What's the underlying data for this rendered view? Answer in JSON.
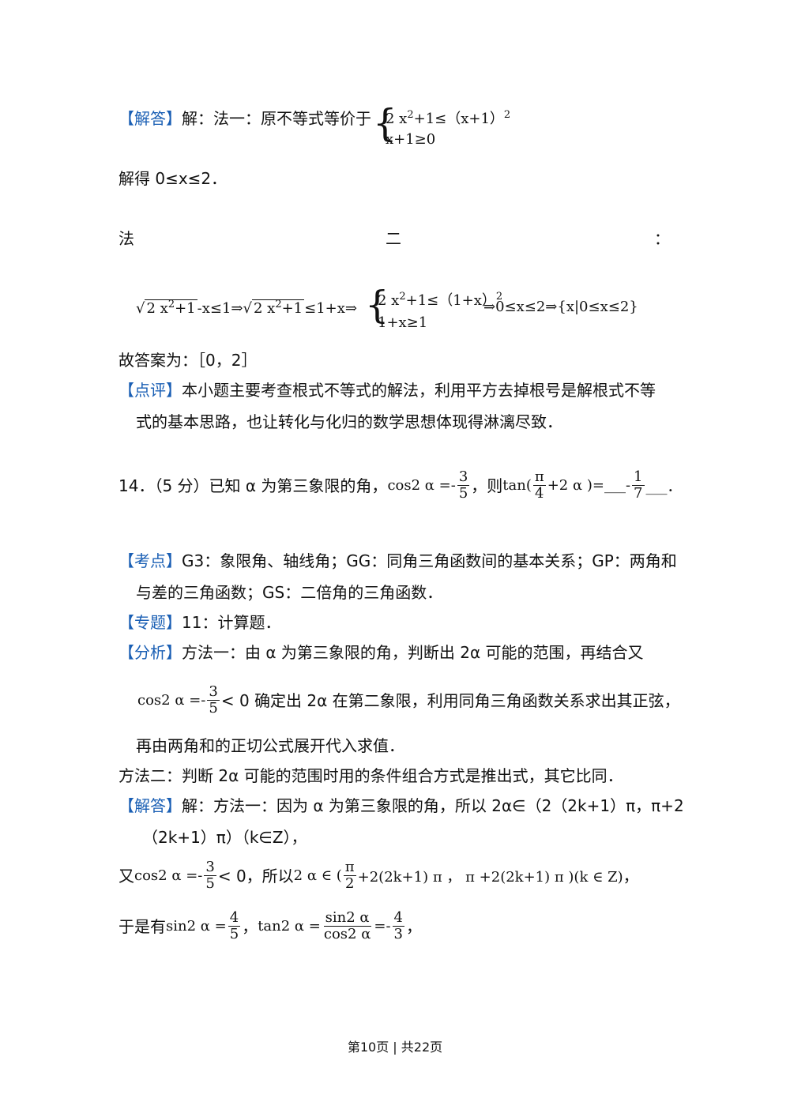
{
  "block1": {
    "tag": "【解答】",
    "lead": "解：法一：原不等式等价于",
    "sys_line1_a": "2 x",
    "sys_line1_sup": "2",
    "sys_line1_b": "+1≤（x+1）",
    "sys_line1_sup2": "2",
    "sys_line2": "x+1≥0",
    "result": "解得 0≤x≤2．"
  },
  "method2": {
    "fa": "法",
    "er": "二",
    "colon": "："
  },
  "chain": {
    "sqrt1_a": "2 x",
    "sqrt1_sup": "2",
    "sqrt1_b": "+1",
    "p1": "-x≤1⇒",
    "sqrt2_a": "2 x",
    "sqrt2_sup": "2",
    "sqrt2_b": "+1",
    "p2": "≤1+x⇒",
    "sys_a": "2 x",
    "sys_sup": "2",
    "sys_b": "+1≤（1+x）",
    "sys_sup2": "2",
    "sys_line2": "1+x≥1",
    "tail": "⇒0≤x≤2⇒{x|0≤x≤2}"
  },
  "answer_line": "故答案为：［0，2］",
  "comment": {
    "tag": "【点评】",
    "line1": "本小题主要考查根式不等式的解法，利用平方去掉根号是解根式不等",
    "line2": "式的基本思路，也让转化与化归的数学思想体现得淋漓尽致．"
  },
  "q14": {
    "head": "14．（5 分）已知 α 为第三象限的角，",
    "cos_lhs": "cos2 α =-",
    "frac1_num": "3",
    "frac1_den": "5",
    "mid": "，则",
    "tan_lhs": "tan(",
    "frac2_num": "π",
    "frac2_den": "4",
    "tan_rest": "+2 α )=",
    "blank_l": "___",
    "ans_sign": "-",
    "frac3_num": "1",
    "frac3_den": "7",
    "blank_r": "___．"
  },
  "kaodian": {
    "tag": "【考点】",
    "line1": "G3：象限角、轴线角；GG：同角三角函数间的基本关系；GP：两角和",
    "line2": "与差的三角函数；GS：二倍角的三角函数．"
  },
  "zhuanti": {
    "tag": "【专题】",
    "text": "11：计算题．"
  },
  "fenxi": {
    "tag": "【分析】",
    "line1": "方法一：由 α 为第三象限的角，判断出 2α 可能的范围，再结合又",
    "cos_lhs": "cos2 α =-",
    "frac_num": "3",
    "frac_den": "5",
    "line2_rest": "< 0 确定出 2α 在第二象限，利用同角三角函数关系求出其正弦，",
    "line3": "再由两角和的正切公式展开代入求值．",
    "line4": "方法二：判断 2α 可能的范围时用的条件组合方式是推出式，其它比同．"
  },
  "jieda2": {
    "tag": "【解答】",
    "line1": "解：方法一：因为 α 为第三象限的角，所以 2α∈（2（2k+1）π，π+2",
    "line2": "（2k+1）π）（k∈Z），",
    "you": "又",
    "cos_lhs": "cos2 α =-",
    "frac_num": "3",
    "frac_den": "5",
    "mid": "< 0，所以",
    "in_lhs": "2 α ∈ (",
    "frac2_num": "π",
    "frac2_den": "2",
    "in_rest": "+2(2k+1) π ， π +2(2k+1) π )(k ∈ Z)",
    "end": "，",
    "yushi": "于是有",
    "sin_lhs": "sin2 α =",
    "frac3_num": "4",
    "frac3_den": "5",
    "comma": "，",
    "tan_lhs": "tan2 α =",
    "frac4_num": "sin2 α",
    "frac4_den": "cos2 α",
    "eq": "=-",
    "frac5_num": "4",
    "frac5_den": "3",
    "end2": "，"
  },
  "footer": {
    "text": "第10页 | 共22页"
  }
}
